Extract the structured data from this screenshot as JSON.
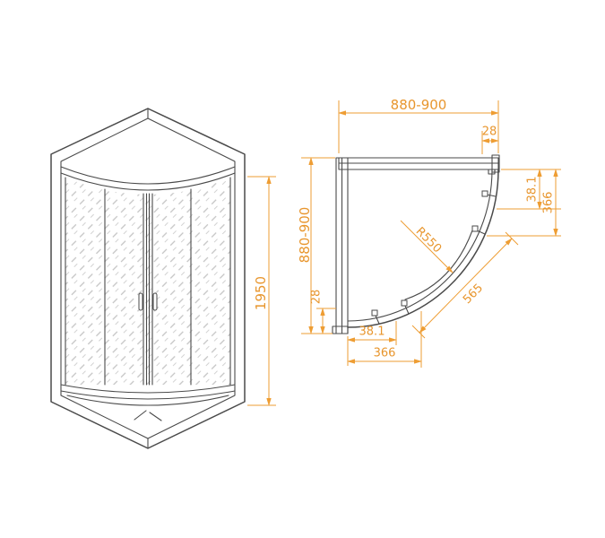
{
  "colors": {
    "background": "#ffffff",
    "drawing_lines": "#4a4a4a",
    "dimension_lines": "#ee9d33",
    "dimension_text": "#e8962e",
    "glass_hatch": "#c4c4c4"
  },
  "front_view": {
    "height_dim": "1950"
  },
  "plan_view": {
    "width_dim": "880-900",
    "depth_dim": "880-900",
    "wall_profile_top_dim": "28",
    "wall_profile_left_dim": "28",
    "right_offset_small_dim": "38.1",
    "right_offset_large_dim": "366",
    "bottom_offset_small_dim": "38.1",
    "bottom_offset_large_dim": "366",
    "radius_dim": "R550",
    "door_opening_dim": "565"
  }
}
